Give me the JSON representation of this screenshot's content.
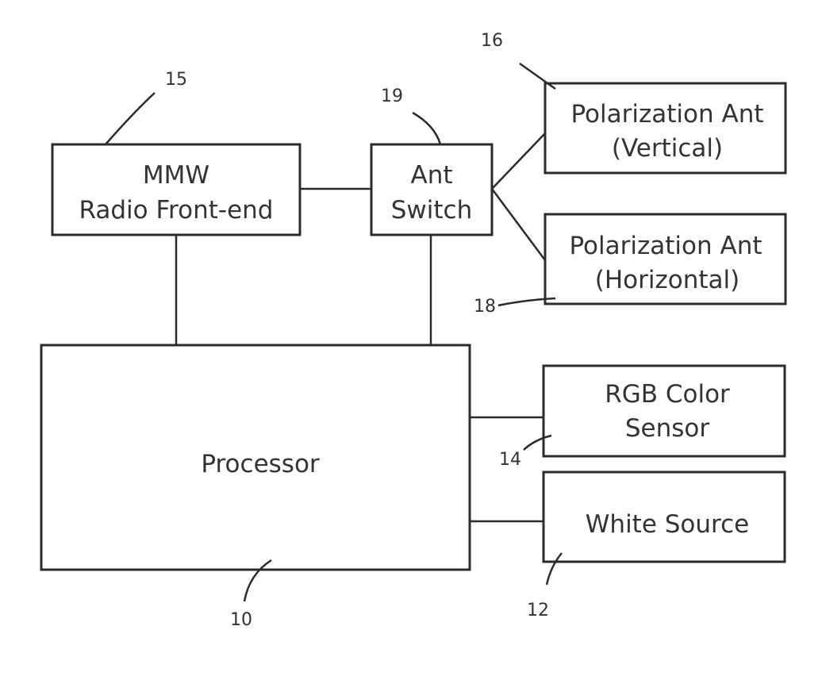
{
  "blocks": {
    "radio_front_end": {
      "line1": "MMW",
      "line2": "Radio Front-end",
      "ref": "15"
    },
    "ant_switch": {
      "line1": "Ant",
      "line2": "Switch",
      "ref": "19"
    },
    "polarization_vertical": {
      "line1": "Polarization Ant",
      "line2": "(Vertical)",
      "ref": "16"
    },
    "polarization_horizontal": {
      "line1": "Polarization Ant",
      "line2": "(Horizontal)",
      "ref": "18"
    },
    "processor": {
      "label": "Processor",
      "ref": "10"
    },
    "rgb_sensor": {
      "line1": "RGB Color",
      "line2": "Sensor",
      "ref": "14"
    },
    "white_source": {
      "label": "White Source",
      "ref": "12"
    }
  },
  "colors": {
    "ink": "#2b2b2b",
    "text": "#333333",
    "background": "#ffffff"
  }
}
